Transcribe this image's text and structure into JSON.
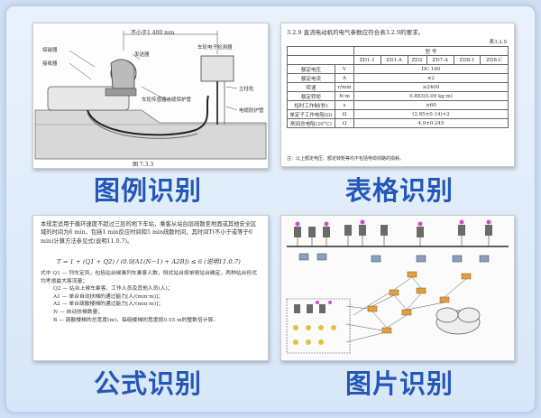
{
  "panels": {
    "figure": {
      "label": "图例识别",
      "caption": "图 7.3.3",
      "dimension": "不小于1 400 mm",
      "callouts": [
        "探磁器",
        "接收器",
        "发送器",
        "车轮传感器电缆保护管",
        "车轮电子检测器",
        "立柱柱",
        "电缆防护管"
      ]
    },
    "table": {
      "label": "表格识别",
      "heading": "3.2.9 直流电动机的电气参数应符合表3.2.9的要求。",
      "table_no": "表3.2.9",
      "header_cells": [
        "型 号",
        "ZD1-1",
        "ZD1-A",
        "ZD2",
        "ZD7-A",
        "ZD8-1",
        "ZD8-C"
      ],
      "rows": [
        [
          "额定电压",
          "V",
          "DC 160"
        ],
        [
          "额定电流",
          "A",
          "≤2"
        ],
        [
          "转速",
          "r/min",
          "≥2400"
        ],
        [
          "额定转矩",
          "N·m",
          "0.883(0.09 kg·m)"
        ],
        [
          "短时工作制(秒)",
          "s",
          "≥60"
        ],
        [
          "单定子工作电阻(Ω)",
          "Ω",
          "(2.85±0.14)×2"
        ],
        [
          "刷间总电阻(20°C)",
          "Ω",
          "4.9±0.245"
        ]
      ],
      "footnote": "注：以上额定电压、额定转矩等均不包括电缆线路的损耗。"
    },
    "formula": {
      "label": "公式识别",
      "paragraph": "本规定适用于循环速度不超过三层的地下车站，乘客从站台层疏散至地面或其他安全区域的时间为6 min，包括1 min反应时间和5 min疏散时间，其时间T(不小于或等于6 min)计算方法参见式(说明11.0.7)。",
      "equation": "T = 1 + (Q1 + Q2) / (0.9[A1(N−1) + A2B]) ≤ 6 (说明11.0.7)",
      "variables": [
        [
          "式中 Q1",
          "— 列车定员，包括站台候乘列车乘客人数，侧式站台按单侧站台确定，两种站台形式均考虑最大客流量；"
        ],
        [
          "Q2",
          "— 站台上候车乘客、工作人员及其他人员(人)；"
        ],
        [
          "A1",
          "— 单台自动扶梯的通过能力[人/(min·m)]；"
        ],
        [
          "A2",
          "— 单台疏散楼梯的通过能力[人/(min·m)]；"
        ],
        [
          "N",
          "— 自动扶梯数量；"
        ],
        [
          "B",
          "— 疏散楼梯的总宽度(m)，每组楼梯的宽度按0.55 m的整数倍计算。"
        ]
      ]
    },
    "picture": {
      "label": "图片识别"
    }
  },
  "colors": {
    "label": "#2458b8",
    "background": "#d7e7f8"
  }
}
